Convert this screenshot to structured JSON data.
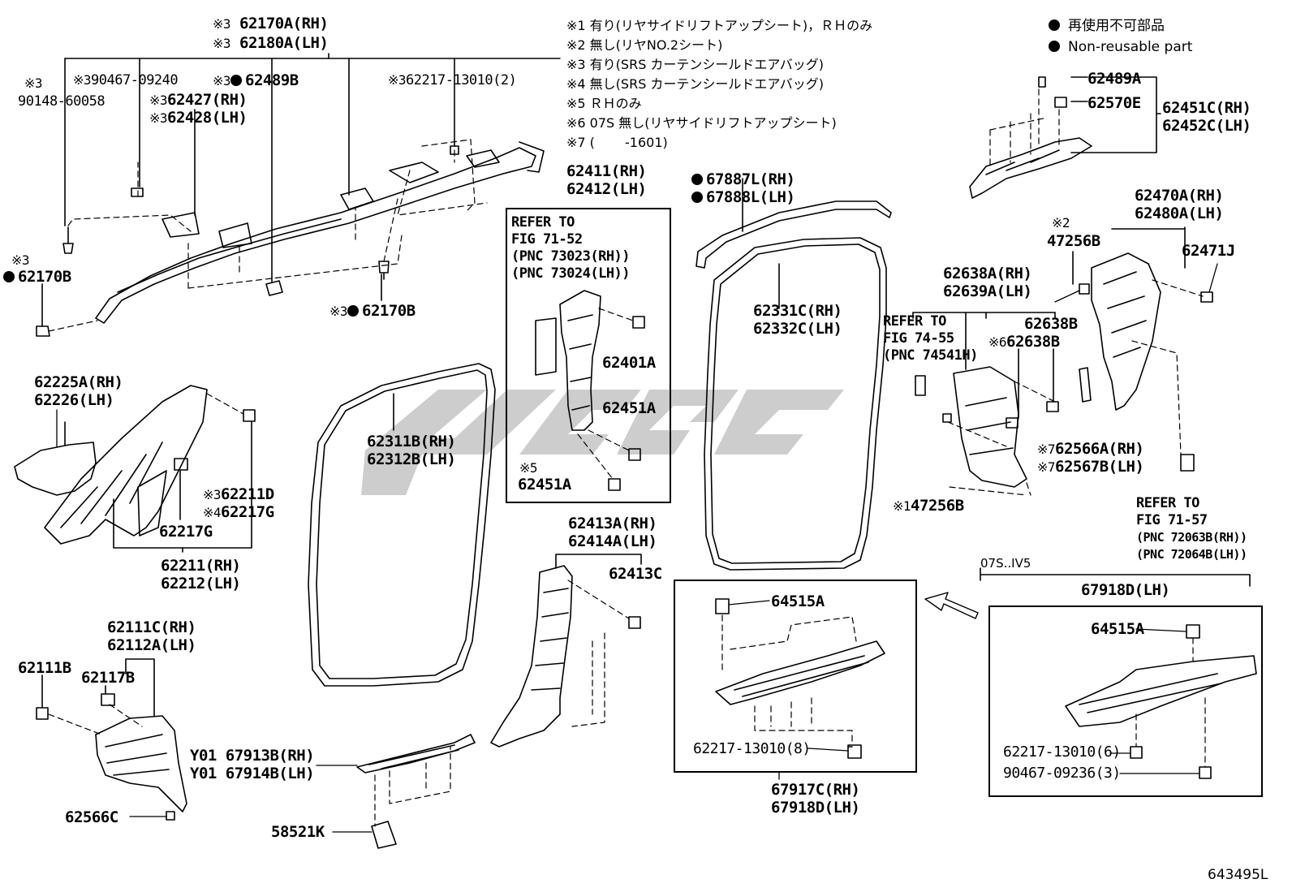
{
  "notes": [
    "※1 有り(リヤサイドリフトアップシート)，ＲＨのみ",
    "※2 無し(リヤNO.2シート)",
    "※3 有り(SRS カーテンシールドエアバッグ)",
    "※4 無し(SRS カーテンシールドエアバッグ)",
    "※5 ＲＨのみ",
    "※6 07S 無し(リヤサイドリフトアップシート)",
    "※7 (　　 -1601)"
  ],
  "legend": {
    "jp": "再使用不可部品",
    "en": "Non-reusable part"
  },
  "labels": {
    "p62170A_rh": "62170A(RH)",
    "p62180A_lh": "62180A(LH)",
    "m3a": "※3",
    "m3b": "※3",
    "p90148": "90148-60058",
    "m3c": "※3",
    "p90467_09240": "90467-09240",
    "m3d": "※3",
    "p62489B": "62489B",
    "m3e": "※3",
    "p62217_13010_2": "62217-13010(2)",
    "m3f": "※3",
    "p62427": "62427(RH)",
    "m3g": "※3",
    "p62428": "62428(LH)",
    "m3h": "※3",
    "p62170B_a": "62170B",
    "m3i": "※3",
    "p62170B_b": "62170B",
    "p62411": "62411(RH)",
    "p62412": "62412(LH)",
    "ref1_l1": "REFER TO",
    "ref1_l2": "FIG 71-52",
    "ref1_l3": "(PNC 73023(RH))",
    "ref1_l4": "(PNC 73024(LH))",
    "p62401A": "62401A",
    "p62451A_a": "62451A",
    "m5": "※5",
    "p62451A_b": "62451A",
    "p67887L": "67887L(RH)",
    "p67888L": "67888L(LH)",
    "p62331C": "62331C(RH)",
    "p62332C": "62332C(LH)",
    "p62311B": "62311B(RH)",
    "p62312B": "62312B(LH)",
    "p62489A": "62489A",
    "p62570E": "62570E",
    "p62451C": "62451C(RH)",
    "p62452C": "62452C(LH)",
    "p62470A": "62470A(RH)",
    "p62480A": "62480A(LH)",
    "m2": "※2",
    "p47256B_a": "47256B",
    "p62471J": "62471J",
    "p62638A": "62638A(RH)",
    "p62639A": "62639A(LH)",
    "ref2_l1": "REFER TO",
    "ref2_l2": "FIG 74-55",
    "ref2_l3": "(PNC 74541H)",
    "m6": "※6",
    "p62638B_a": "62638B",
    "p62638B_b": "62638B",
    "m7a": "※7",
    "p62566A": "62566A(RH)",
    "m7b": "※7",
    "p62567B": "62567B(LH)",
    "m1": "※1",
    "p47256B_b": "47256B",
    "ref3_l1": "REFER TO",
    "ref3_l2": "FIG 71-57",
    "ref3_l3": "(PNC 72063B(RH))",
    "ref3_l4": "(PNC 72064B(LH))",
    "p62225A": "62225A(RH)",
    "p62226": "62226(LH)",
    "m3j": "※3",
    "p62211D": "62211D",
    "m4": "※4",
    "p62217G_a": "62217G",
    "p62217G_b": "62217G",
    "p62211": "62211(RH)",
    "p62212": "62212(LH)",
    "p62413A": "62413A(RH)",
    "p62414A": "62414A(LH)",
    "p62413C": "62413C",
    "p62111C": "62111C(RH)",
    "p62112A": "62112A(LH)",
    "p62111B": "62111B",
    "p62117B": "62117B",
    "p67913B": "Y01 67913B(RH)",
    "p67914B": "Y01 67914B(LH)",
    "p62566C": "62566C",
    "p58521K": "58521K",
    "p64515A_a": "64515A",
    "p62217_13010_8": "62217-13010(8)",
    "p67917C": "67917C(RH)",
    "p67918D_b": "67918D(LH)",
    "ver": "07S..IV5",
    "p67918D_a": "67918D(LH)",
    "p64515A_b": "64515A",
    "p62217_13010_6": "62217-13010(6)",
    "p90467_09236": "90467-09236(3)"
  },
  "diagram_id": "643495L"
}
